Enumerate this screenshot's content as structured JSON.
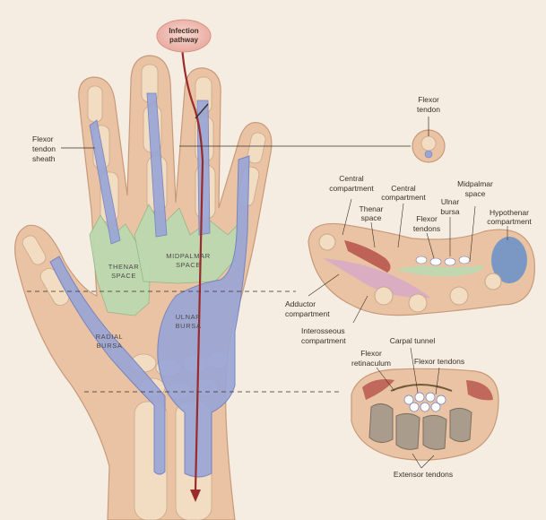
{
  "hand": {
    "infection_label_1": "Infection",
    "infection_label_2": "pathway",
    "flexor_sheath_1": "Flexor",
    "flexor_sheath_2": "tendon",
    "flexor_sheath_3": "sheath",
    "thenar_space_1": "THENAR",
    "thenar_space_2": "SPACE",
    "midpalmar_space_1": "MIDPALMAR",
    "midpalmar_space_2": "SPACE",
    "ulnar_bursa_1": "ULNAR",
    "ulnar_bursa_2": "BURSA",
    "radial_bursa_1": "RADIAL",
    "radial_bursa_2": "BURSA"
  },
  "finger_section": {
    "flexor_tendon_1": "Flexor",
    "flexor_tendon_2": "tendon"
  },
  "palm_section": {
    "central_compartment_left_1": "Central",
    "central_compartment_left_2": "compartment",
    "central_compartment_mid_1": "Central",
    "central_compartment_mid_2": "compartment",
    "ulnar_bursa_1": "Ulnar",
    "ulnar_bursa_2": "bursa",
    "midpalmar_space_1": "Midpalmar",
    "midpalmar_space_2": "space",
    "thenar_space_1": "Thenar",
    "thenar_space_2": "space",
    "flexor_tendons_1": "Flexor",
    "flexor_tendons_2": "tendons",
    "hypothenar_1": "Hypothenar",
    "hypothenar_2": "compartment",
    "adductor_1": "Adductor",
    "adductor_2": "compartment",
    "interosseous_1": "Interosseous",
    "interosseous_2": "compartment"
  },
  "wrist_section": {
    "carpal_tunnel": "Carpal tunnel",
    "flexor_retinaculum_1": "Flexor",
    "flexor_retinaculum_2": "retinaculum",
    "flexor_tendons": "Flexor tendons",
    "extensor_tendons": "Extensor tendons"
  },
  "colors": {
    "background": "#f5ede2",
    "skin": "#e9c3a3",
    "bone": "#f2dcc2",
    "tendon_sheath": "#9aa6d6",
    "thenar_green": "#bcd9b0",
    "infection_red": "#9b2a2a",
    "hypothenar_blue": "#6f93c9"
  }
}
